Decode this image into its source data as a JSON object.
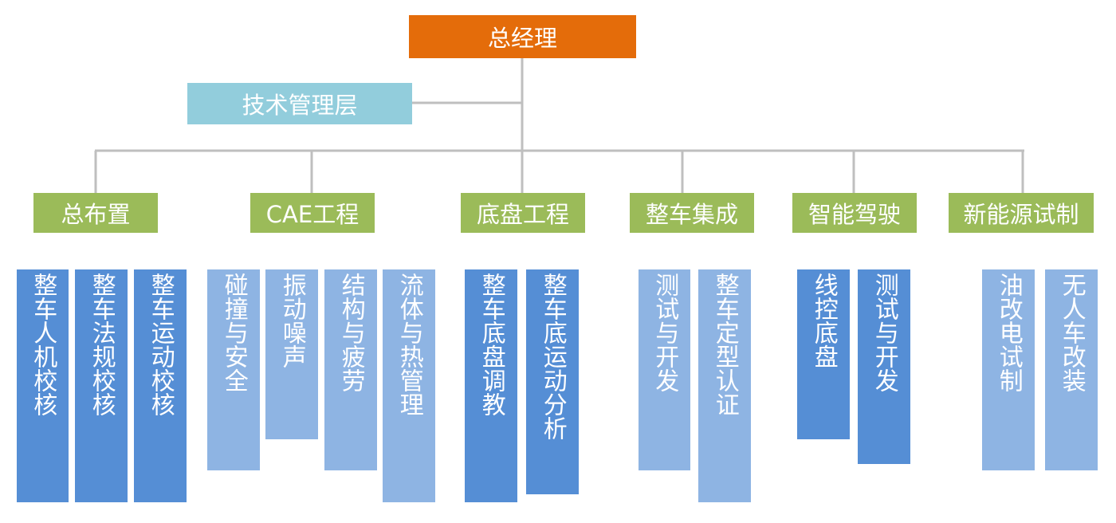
{
  "colors": {
    "root": "#e46c0a",
    "tech": "#92cddc",
    "dept": "#9bbb59",
    "leaf_dark": "#558ed5",
    "leaf_light": "#8eb4e3",
    "connector": "#bfbfbf"
  },
  "root": {
    "label": "总经理"
  },
  "tech_layer": {
    "label": "技术管理层"
  },
  "departments": [
    {
      "label": "总布置",
      "teams": [
        {
          "label": "整车人机校核",
          "tone": "dark"
        },
        {
          "label": "整车法规校核",
          "tone": "dark"
        },
        {
          "label": "整车运动校核",
          "tone": "dark"
        }
      ]
    },
    {
      "label": "CAE工程",
      "teams": [
        {
          "label": "碰撞与安全",
          "tone": "light"
        },
        {
          "label": "振动噪声",
          "tone": "light"
        },
        {
          "label": "结构与疲劳",
          "tone": "light"
        },
        {
          "label": "流体与热管理",
          "tone": "light"
        }
      ]
    },
    {
      "label": "底盘工程",
      "teams": [
        {
          "label": "整车底盘调教",
          "tone": "dark"
        },
        {
          "label": "整车底运动分析",
          "tone": "dark"
        }
      ]
    },
    {
      "label": "整车集成",
      "teams": [
        {
          "label": "测试与开发",
          "tone": "light"
        },
        {
          "label": "整车定型认证",
          "tone": "light"
        }
      ]
    },
    {
      "label": "智能驾驶",
      "teams": [
        {
          "label": "线控底盘",
          "tone": "dark"
        },
        {
          "label": "测试与开发",
          "tone": "dark"
        }
      ]
    },
    {
      "label": "新能源试制",
      "teams": [
        {
          "label": "油改电试制",
          "tone": "light"
        },
        {
          "label": "无人车改装",
          "tone": "light"
        }
      ]
    }
  ]
}
